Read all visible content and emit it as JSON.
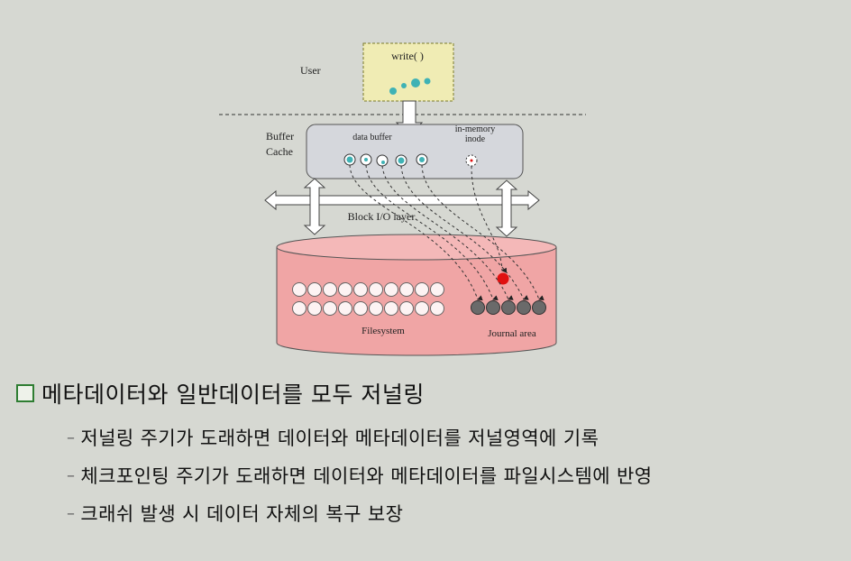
{
  "diagram": {
    "user_label": "User",
    "write_label": "write( )",
    "buffer_label_line1": "Buffer",
    "buffer_label_line2": "Cache",
    "data_buffer_label": "data buffer",
    "inode_label_line1": "in-memory",
    "inode_label_line2": "inode",
    "block_io_label": "Block I/O layer",
    "filesystem_label": "Filesystem",
    "journal_label": "Journal area",
    "colors": {
      "user_box": "#f0ecb4",
      "buffer_box": "#d5d7dc",
      "disk": "#f0a5a5",
      "dot_teal": "#3fb2b5",
      "journal_block": "#6a6a6a",
      "commit_red": "#e01010"
    }
  },
  "bullets": {
    "main": "메타데이터와 일반데이터를 모두 저널링",
    "subs": [
      "저널링 주기가 도래하면 데이터와 메타데이터를 저널영역에 기록",
      "체크포인팅 주기가 도래하면 데이터와 메타데이터를 파일시스템에 반영",
      "크래쉬 발생 시 데이터 자체의 복구 보장"
    ]
  }
}
